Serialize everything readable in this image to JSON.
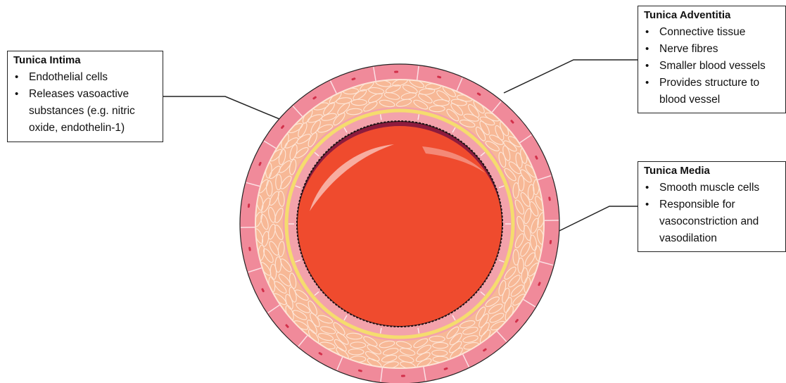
{
  "labels": {
    "intima": {
      "title": "Tunica Intima",
      "items": [
        "Endothelial cells",
        "Releases vasoactive substances (e.g. nitric oxide, endothelin-1)"
      ]
    },
    "adventitia": {
      "title": "Tunica Adventitia",
      "items": [
        "Connective tissue",
        "Nerve fibres",
        "Smaller blood vessels",
        "Provides structure to blood vessel"
      ]
    },
    "media": {
      "title": "Tunica Media",
      "items": [
        "Smooth muscle cells",
        "Responsible for vasoconstriction and vasodilation"
      ]
    }
  },
  "colors": {
    "adventitia": "#f08a9a",
    "media": "#f7b896",
    "intima_band": "#f5dc6e",
    "lumen": "#ef4b2e",
    "lumen_shadow": "#8d1b3d",
    "outline": "#222222"
  }
}
